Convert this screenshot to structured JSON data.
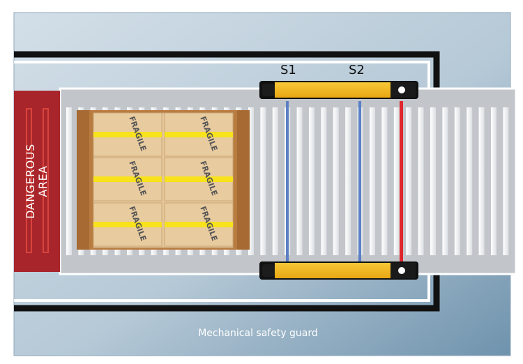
{
  "sensors": {
    "s1": "S1",
    "s2": "S2"
  },
  "zone": {
    "line1": "DANGEROUS",
    "line2": "AREA"
  },
  "guard": {
    "label": "Mechanical safety guard"
  },
  "box_text": "FRAGILE",
  "colors": {
    "background": "#c4d3de",
    "guard_line": "#111111",
    "conveyor": "#c2c6cb",
    "danger_zone": "#a8262b",
    "light_curtain": "#f3b61a",
    "beam_blue": "#5b7fc4",
    "beam_red": "#e0262b",
    "box": "#e6c79a",
    "tape": "#f7e21c",
    "pallet": "#b97c40"
  }
}
